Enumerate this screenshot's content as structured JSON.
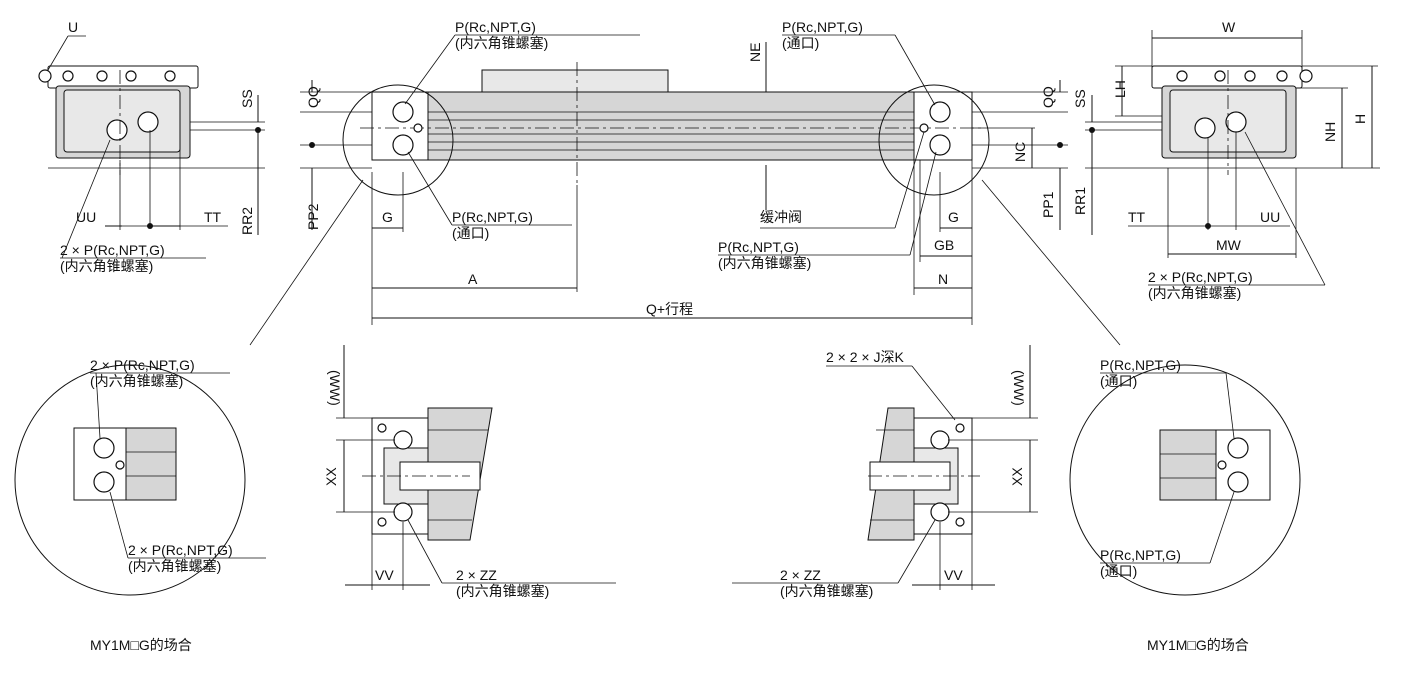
{
  "labels": {
    "U": "U",
    "SS": "SS",
    "RR2": "RR2",
    "UU": "UU",
    "TT": "TT",
    "QQ": "QQ",
    "PP2": "PP2",
    "G": "G",
    "A": "A",
    "NE": "NE",
    "cushion_valve": "缓冲阀",
    "Q_stroke": "Q+行程",
    "NC": "NC",
    "PP1": "PP1",
    "GB": "GB",
    "N": "N",
    "RR1": "RR1",
    "LH": "LH",
    "NH": "NH",
    "H": "H",
    "W": "W",
    "MW": "MW",
    "WW": "(WW)",
    "XX": "XX",
    "VV": "VV",
    "J_depth_K": "2 × 2 × J深K",
    "ZZ": "2 × ZZ",
    "hex_plug": "(内六角锥螺塞)",
    "port_through": "(通口)",
    "port_spec": "P(Rc,NPT,G)",
    "port_spec_2x": "2 × P(Rc,NPT,G)",
    "case_caption": "MY1M□G的场合"
  }
}
